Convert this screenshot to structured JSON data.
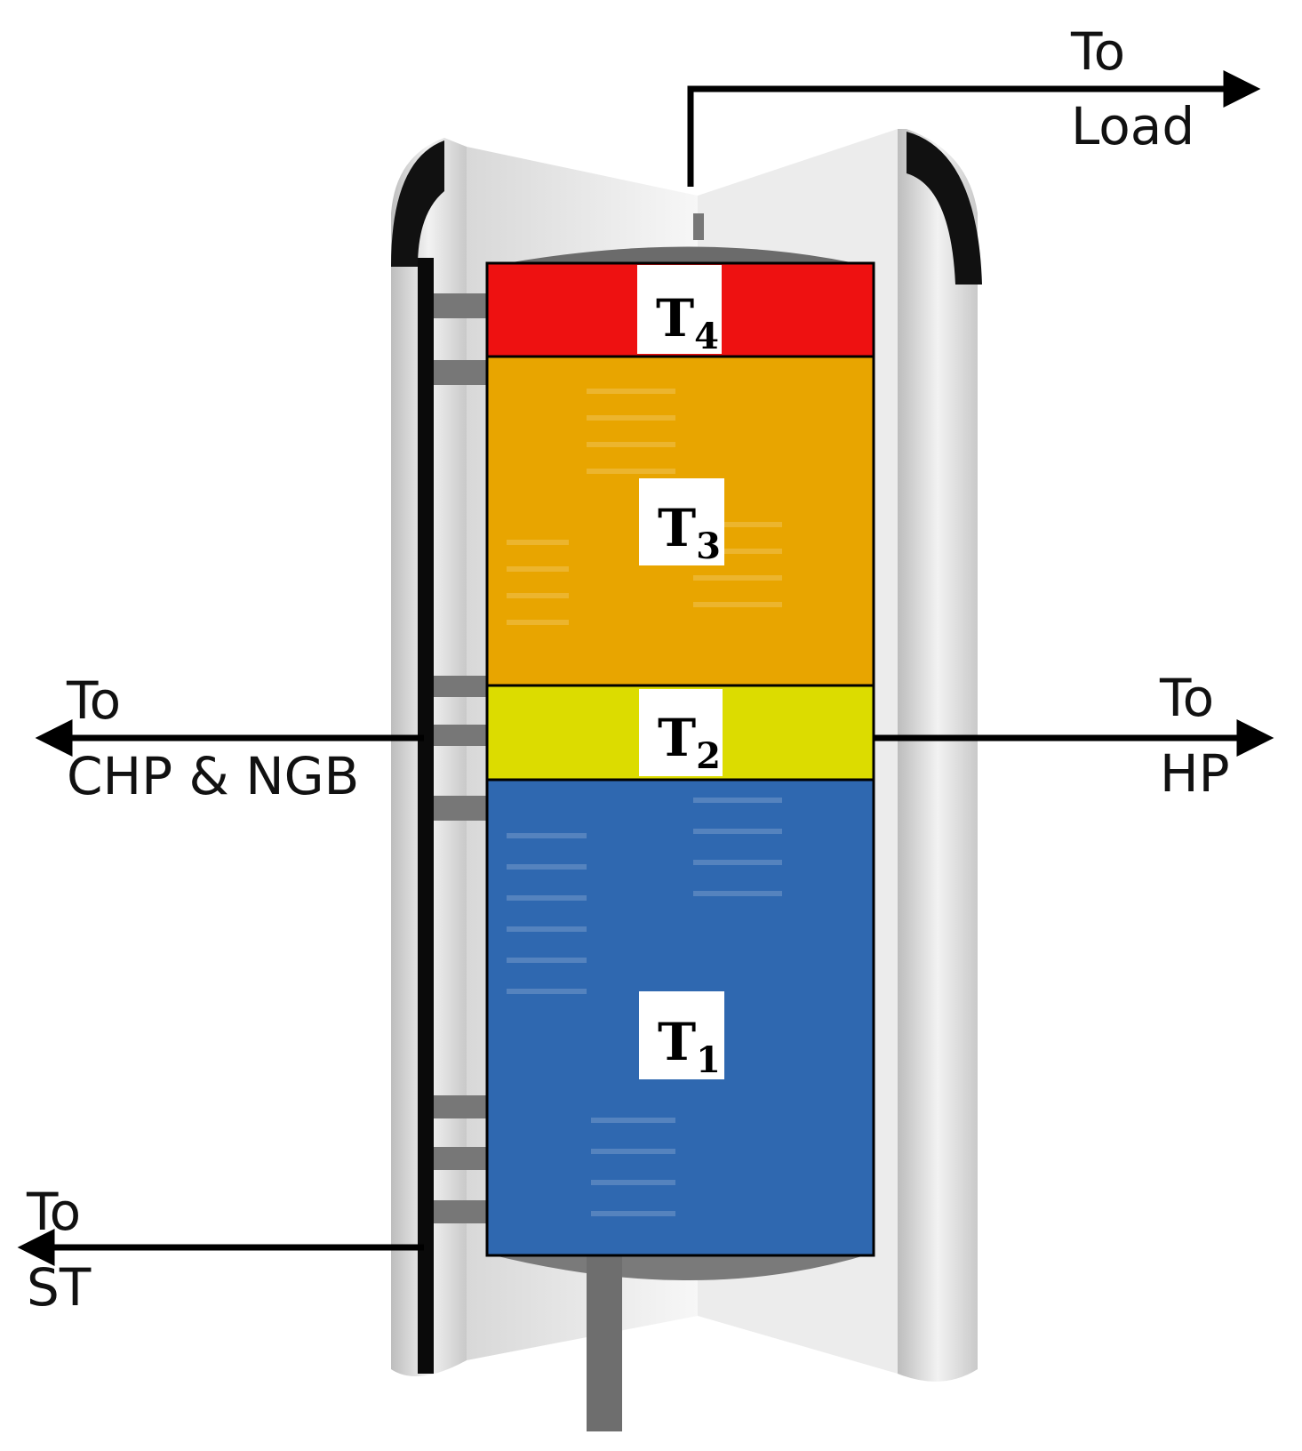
{
  "diagram": {
    "colors": {
      "t4": "#ee1111",
      "t3": "#e8a500",
      "t2": "#dcdc00",
      "t1": "#2f68b0",
      "tank_shell": "#e6e6e6",
      "tank_dark": "#111111",
      "arrow": "#000000"
    },
    "layers": [
      {
        "id": "t4",
        "label_main": "T",
        "label_sub": "4"
      },
      {
        "id": "t3",
        "label_main": "T",
        "label_sub": "3"
      },
      {
        "id": "t2",
        "label_main": "T",
        "label_sub": "2"
      },
      {
        "id": "t1",
        "label_main": "T",
        "label_sub": "1"
      }
    ],
    "flows": {
      "load": {
        "line1": "To",
        "line2": "Load"
      },
      "chp": {
        "line1": "To",
        "line2": "CHP & NGB"
      },
      "hp": {
        "line1": "To",
        "line2": "HP"
      },
      "st": {
        "line1": "To",
        "line2": "ST"
      }
    }
  }
}
